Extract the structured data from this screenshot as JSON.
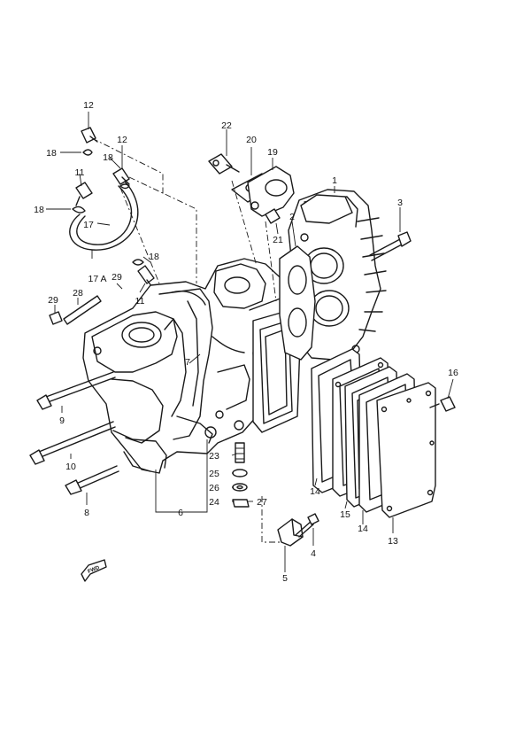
{
  "diagram": {
    "callouts": [
      {
        "id": "c12a",
        "text": "12"
      },
      {
        "id": "c18a",
        "text": "18"
      },
      {
        "id": "c12b",
        "text": "12"
      },
      {
        "id": "c18b",
        "text": "18"
      },
      {
        "id": "c11a",
        "text": "11"
      },
      {
        "id": "c18c",
        "text": "18"
      },
      {
        "id": "c17",
        "text": "17"
      },
      {
        "id": "c17a",
        "text": "17 A"
      },
      {
        "id": "c29a",
        "text": "29"
      },
      {
        "id": "c28",
        "text": "28"
      },
      {
        "id": "c29b",
        "text": "29"
      },
      {
        "id": "c18d",
        "text": "18"
      },
      {
        "id": "c11b",
        "text": "11"
      },
      {
        "id": "c22",
        "text": "22"
      },
      {
        "id": "c20",
        "text": "20"
      },
      {
        "id": "c19",
        "text": "19"
      },
      {
        "id": "c1",
        "text": "1"
      },
      {
        "id": "c3",
        "text": "3"
      },
      {
        "id": "c2",
        "text": "2"
      },
      {
        "id": "c21",
        "text": "21"
      },
      {
        "id": "c9",
        "text": "9"
      },
      {
        "id": "c10",
        "text": "10"
      },
      {
        "id": "c8",
        "text": "8"
      },
      {
        "id": "c6",
        "text": "6"
      },
      {
        "id": "c7",
        "text": "7"
      },
      {
        "id": "c23",
        "text": "23"
      },
      {
        "id": "c25",
        "text": "25"
      },
      {
        "id": "c26",
        "text": "26"
      },
      {
        "id": "c24",
        "text": "24"
      },
      {
        "id": "c27",
        "text": "27"
      },
      {
        "id": "c16",
        "text": "16"
      },
      {
        "id": "c14a",
        "text": "14"
      },
      {
        "id": "c15",
        "text": "15"
      },
      {
        "id": "c14b",
        "text": "14"
      },
      {
        "id": "c13",
        "text": "13"
      },
      {
        "id": "c4",
        "text": "4"
      },
      {
        "id": "c5",
        "text": "5"
      }
    ],
    "fwd_label": "FWD"
  }
}
